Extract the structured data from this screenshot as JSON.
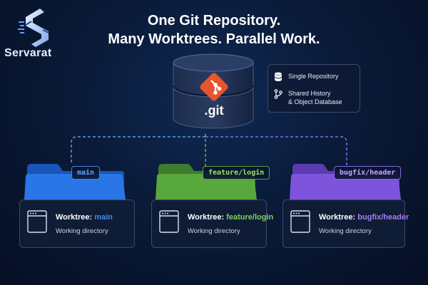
{
  "brand": {
    "name": "Servarat"
  },
  "title": {
    "line1": "One Git Repository.",
    "line2": "Many Worktrees. Parallel Work."
  },
  "repo": {
    "label": ".git"
  },
  "info": {
    "single": "Single Repository",
    "shared_line1": "Shared History",
    "shared_line2": "& Object Database"
  },
  "worktrees": [
    {
      "branch": "main",
      "prefix": "Worktree:",
      "name": "main",
      "subtitle": "Working directory",
      "color": "#3b8cf0"
    },
    {
      "branch": "feature/login",
      "prefix": "Worktree:",
      "name": "feature/login",
      "subtitle": "Working directory",
      "color": "#7fd35a"
    },
    {
      "branch": "bugfix/header",
      "prefix": "Worktree:",
      "name": "bugfix/header",
      "subtitle": "Working directory",
      "color": "#a77cf0"
    }
  ],
  "colors": {
    "blue": "#1f6fe0",
    "green": "#4f9a3a",
    "purple": "#7a4fd6",
    "git_orange": "#e8542c"
  }
}
